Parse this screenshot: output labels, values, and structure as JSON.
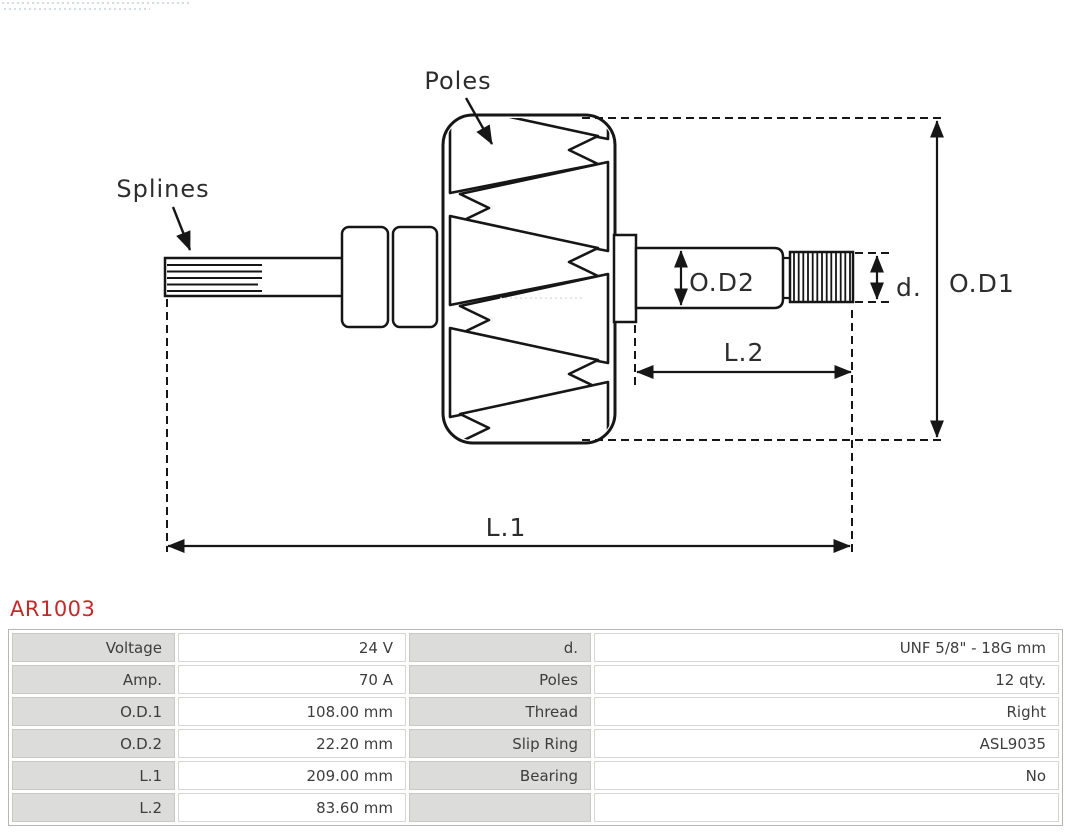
{
  "part_number": "AR1003",
  "diagram": {
    "labels": {
      "poles": "Poles",
      "splines": "Splines",
      "od2": "O.D2",
      "d": "d.",
      "od1": "O.D1",
      "l2": "L.2",
      "l1": "L.1"
    }
  },
  "colors": {
    "part_number_red": "#c4292b",
    "table_label_bg": "#dcdcda",
    "table_border": "#b6b6b3",
    "line_color": "#161616"
  },
  "spec_table": {
    "rows": [
      {
        "c0": "Voltage",
        "c1": "24 V",
        "c2": "d.",
        "c3": "UNF 5/8\" - 18G mm"
      },
      {
        "c0": "Amp.",
        "c1": "70 A",
        "c2": "Poles",
        "c3": "12 qty."
      },
      {
        "c0": "O.D.1",
        "c1": "108.00 mm",
        "c2": "Thread",
        "c3": "Right"
      },
      {
        "c0": "O.D.2",
        "c1": "22.20 mm",
        "c2": "Slip Ring",
        "c3": "ASL9035"
      },
      {
        "c0": "L.1",
        "c1": "209.00 mm",
        "c2": "Bearing",
        "c3": "No"
      },
      {
        "c0": "L.2",
        "c1": "83.60 mm",
        "c2": "",
        "c3": ""
      }
    ]
  }
}
